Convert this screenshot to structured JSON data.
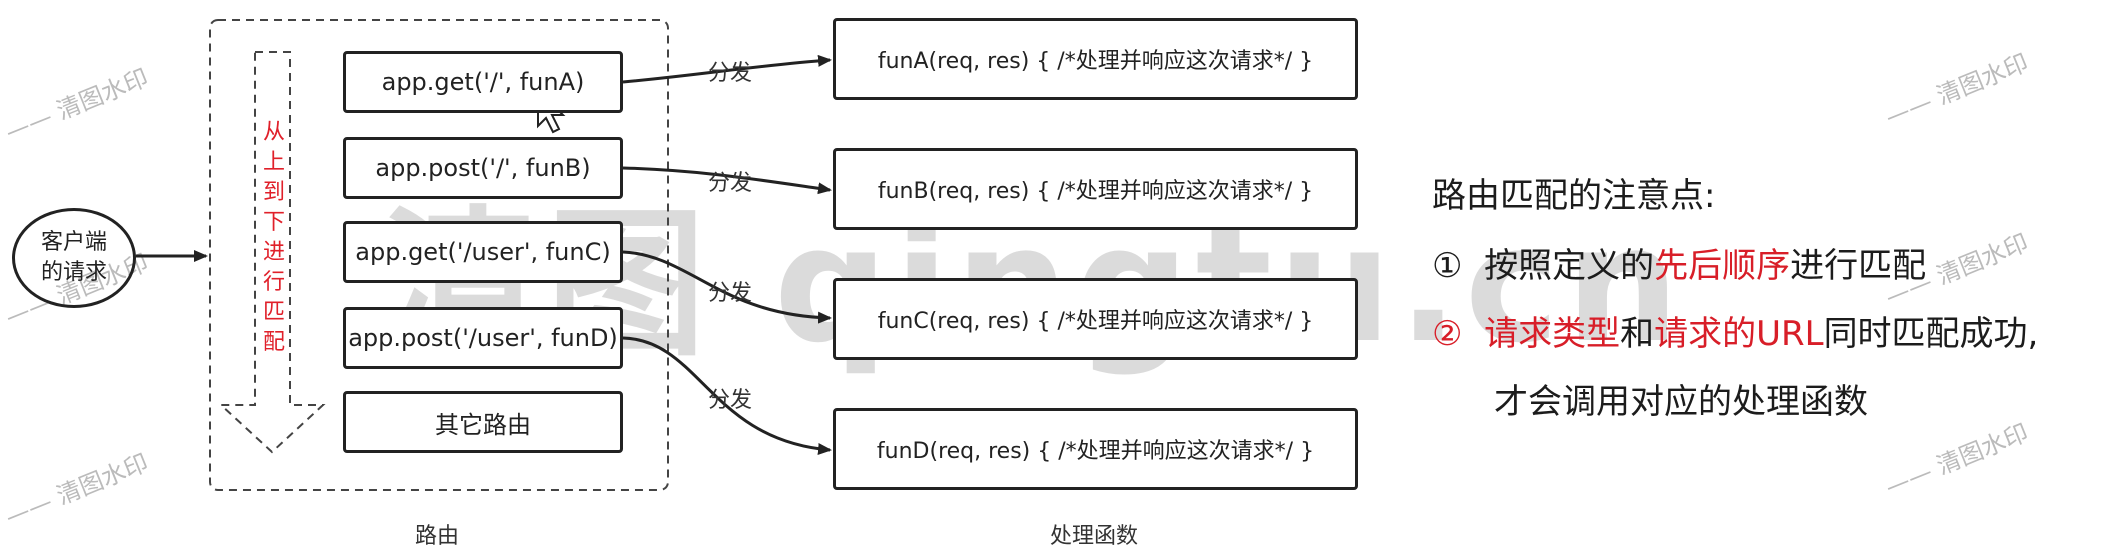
{
  "client": {
    "label_line1": "客户端",
    "label_line2": "的请求"
  },
  "router": {
    "order_label": [
      "从",
      "上",
      "到",
      "下",
      "进",
      "行",
      "匹",
      "配"
    ],
    "routes": [
      {
        "label": "app.get('/', funA)"
      },
      {
        "label": "app.post('/', funB)"
      },
      {
        "label": "app.get('/user', funC)"
      },
      {
        "label": "app.post('/user', funD)"
      },
      {
        "label": "其它路由"
      }
    ],
    "section_label": "路由"
  },
  "dispatch_label": "分发",
  "handlers": {
    "items": [
      {
        "label": "funA(req, res) { /*处理并响应这次请求*/ }"
      },
      {
        "label": "funB(req, res) { /*处理并响应这次请求*/ }"
      },
      {
        "label": "funC(req, res) { /*处理并响应这次请求*/ }"
      },
      {
        "label": "funD(req, res) { /*处理并响应这次请求*/ }"
      }
    ],
    "section_label": "处理函数"
  },
  "notes": {
    "title": "路由匹配的注意点:",
    "item1": {
      "num": "①",
      "pre": "按照定义的",
      "highlight": "先后顺序",
      "post": "进行匹配"
    },
    "item2": {
      "num": "②",
      "hl1": "请求类型",
      "mid": "和",
      "hl2": "请求的URL",
      "post": "同时匹配成功,",
      "cont": "才会调用对应的处理函数"
    }
  },
  "watermark": {
    "big": "清图 qingtu.cn",
    "small": "—— 清图水印"
  },
  "colors": {
    "highlight": "#d81e28",
    "border": "#222222"
  }
}
